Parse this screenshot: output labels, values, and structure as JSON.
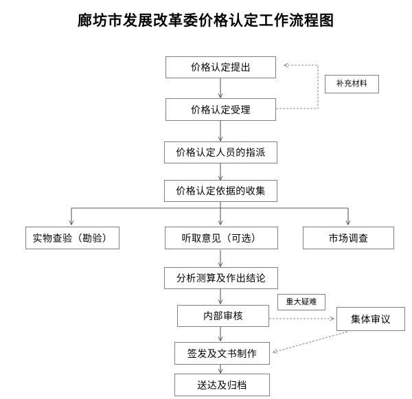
{
  "title": "廊坊市发展改革委价格认定工作流程图",
  "nodes": {
    "proposal": "价格认定提出",
    "acceptance": "价格认定受理",
    "supplement": "补充材料",
    "assignment": "价格认定人员的指派",
    "evidence": "价格认定依据的收集",
    "inspection": "实物查验（勘验）",
    "opinions": "听取意见（可选）",
    "market_survey": "市场调查",
    "analysis": "分析测算及作出结论",
    "internal_review": "内部审核",
    "difficult_label": "重大疑难",
    "collective_review": "集体审议",
    "issuance": "签发及文书制作",
    "delivery": "送达及归档"
  },
  "colors": {
    "box_border": "#7f7f7f",
    "box_fill": "#ffffff",
    "solid_connector": "#595959",
    "dashed_connector": "#8c8c8c",
    "text": "#000000",
    "page_background": "#ffffff"
  }
}
